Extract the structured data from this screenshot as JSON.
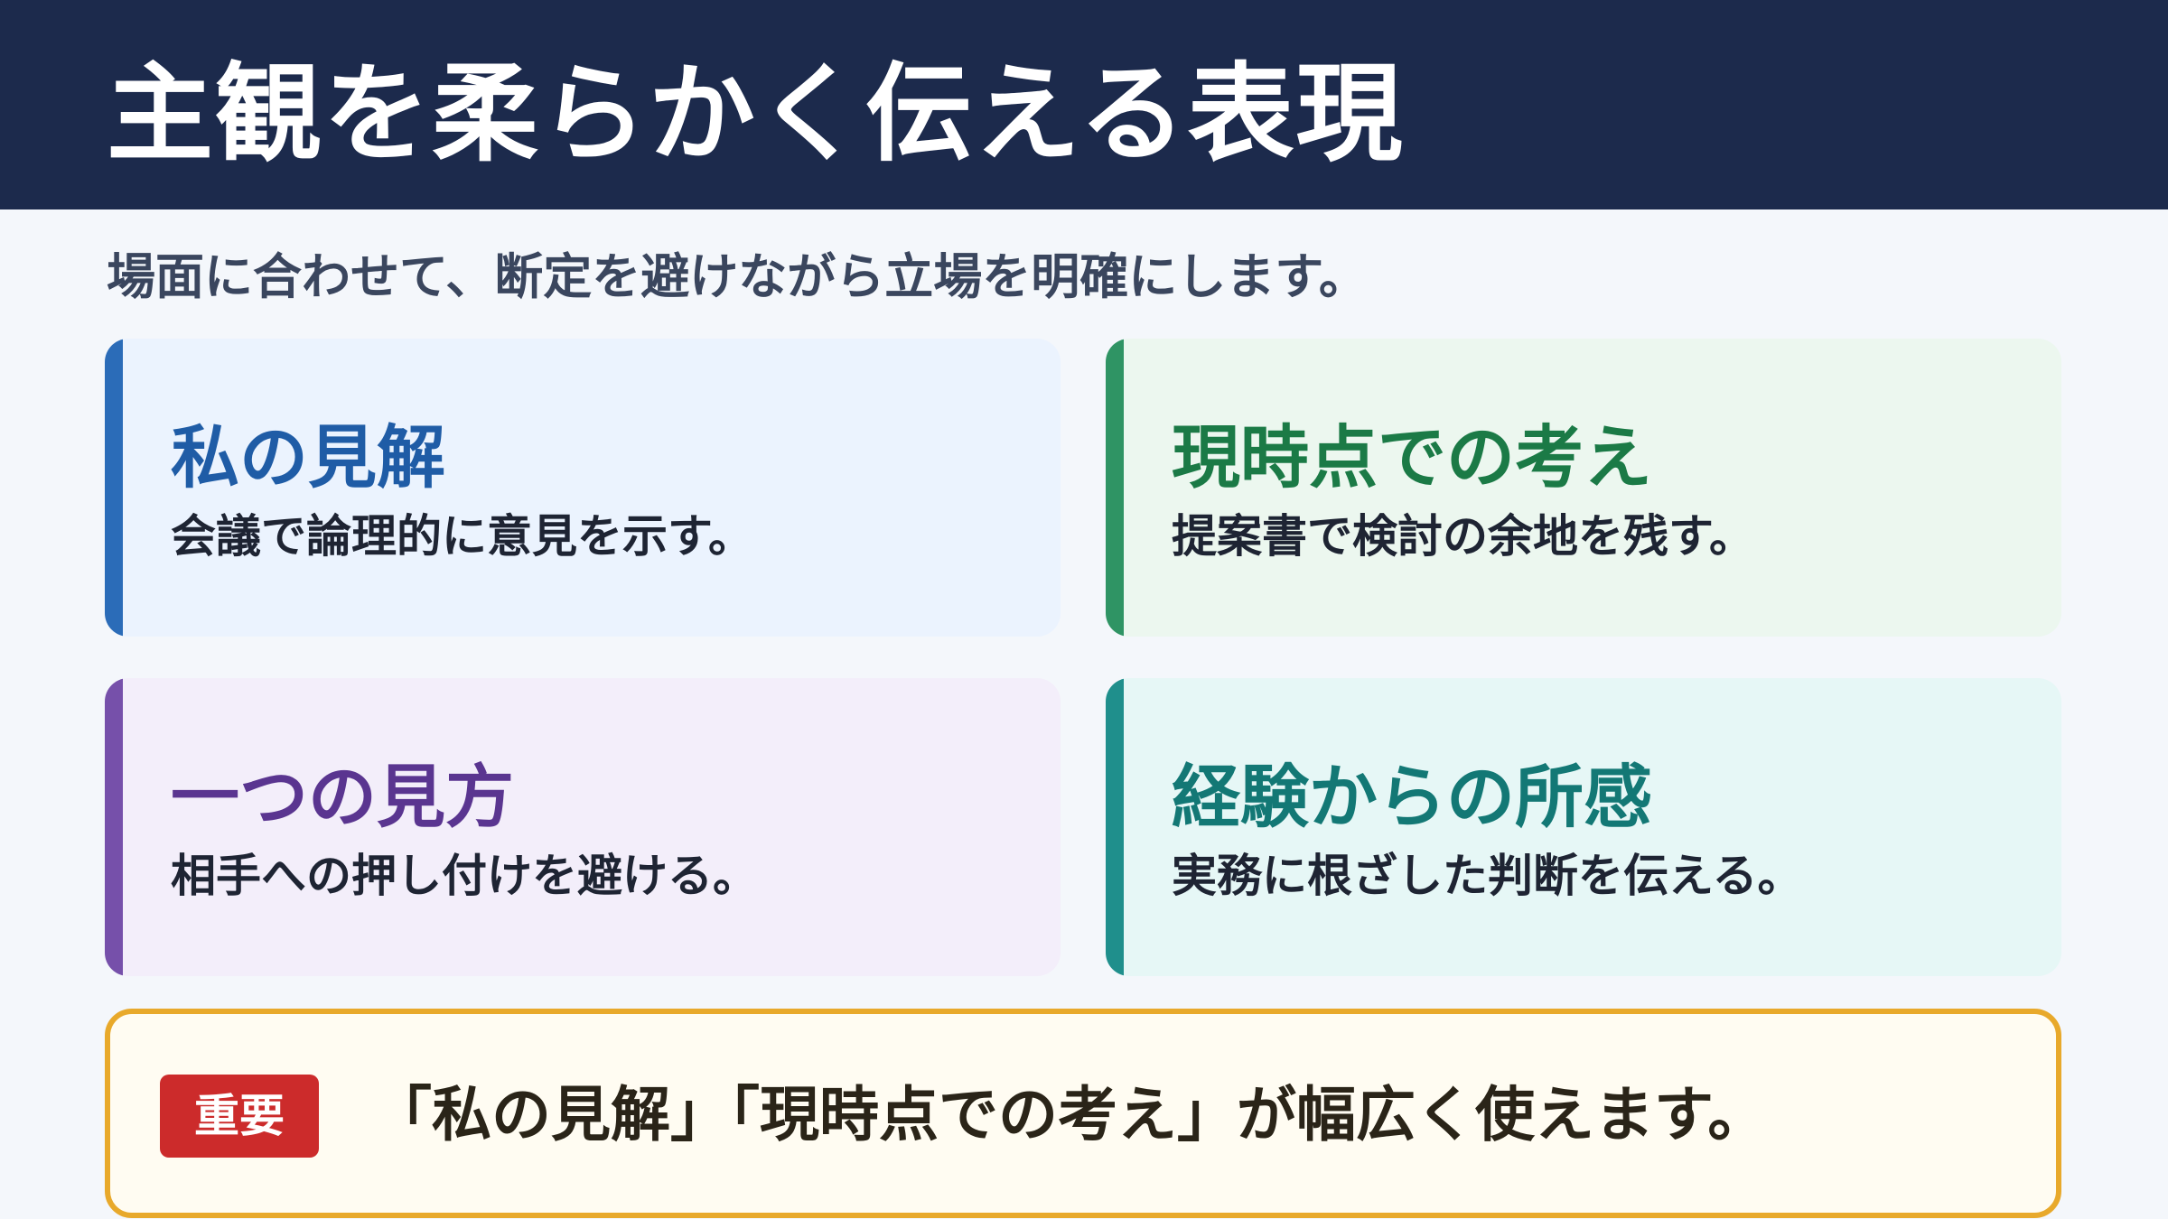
{
  "header": {
    "title": "主観を柔らかく伝える表現"
  },
  "subtitle": "場面に合わせて、断定を避けながら立場を明確にします。",
  "cards": [
    {
      "title": "私の見解",
      "description": "会議で論理的に意見を示す。",
      "accent": "#2b6cb8",
      "title_color": "#1f5ca6",
      "background": "#ebf3fe"
    },
    {
      "title": "現時点での考え",
      "description": "提案書で検討の余地を残す。",
      "accent": "#2f9464",
      "title_color": "#1b7a46",
      "background": "#ecf7ef"
    },
    {
      "title": "一つの見方",
      "description": "相手への押し付けを避ける。",
      "accent": "#7650aa",
      "title_color": "#5a3590",
      "background": "#f3eefa"
    },
    {
      "title": "経験からの所感",
      "description": "実務に根ざした判断を伝える。",
      "accent": "#1f8f8c",
      "title_color": "#137875",
      "background": "#e6f7f6"
    }
  ],
  "note": {
    "badge": "重要",
    "text": "「私の見解」「現時点での考え」が幅広く使えます。",
    "border_color": "#e8a92b",
    "badge_color": "#cc2b2b"
  }
}
